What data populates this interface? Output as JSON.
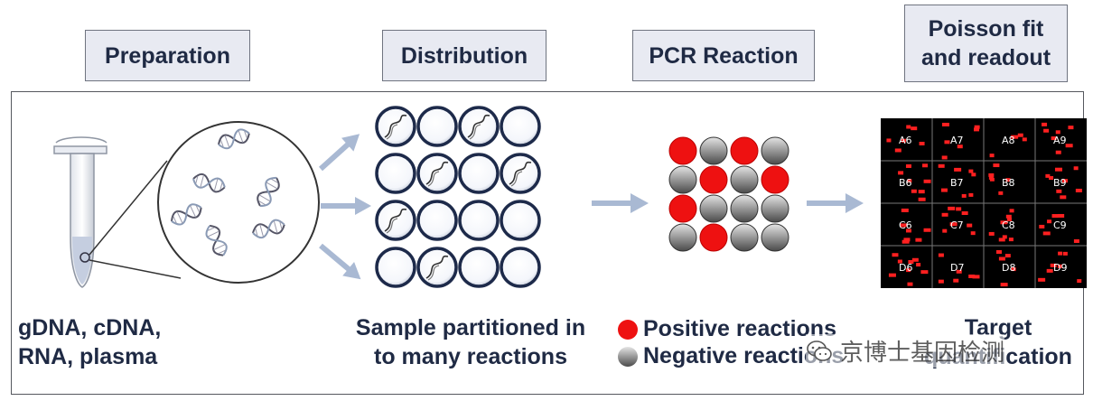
{
  "steps": [
    {
      "id": "preparation",
      "label": "Preparation"
    },
    {
      "id": "distribution",
      "label": "Distribution"
    },
    {
      "id": "pcr",
      "label": "PCR Reaction"
    },
    {
      "id": "poisson",
      "label": "Poisson fit and readout"
    }
  ],
  "captions": {
    "preparation": "gDNA, cDNA, RNA, plasma",
    "distribution": "Sample partitioned in to many reactions",
    "readout": "Target quantification"
  },
  "legend": {
    "positive": "Positive reactions",
    "negative": "Negative reactions"
  },
  "partition_grid": {
    "rows": 4,
    "cols": 4,
    "with_dna": [
      [
        0,
        0
      ],
      [
        0,
        2
      ],
      [
        1,
        1
      ],
      [
        1,
        3
      ],
      [
        2,
        0
      ],
      [
        3,
        1
      ]
    ]
  },
  "pcr_grid": {
    "rows": 4,
    "cols": 4,
    "positive": [
      [
        0,
        0
      ],
      [
        0,
        2
      ],
      [
        1,
        1
      ],
      [
        1,
        3
      ],
      [
        2,
        0
      ],
      [
        3,
        1
      ]
    ]
  },
  "readout_wells": [
    [
      "A6",
      "A7",
      "A8",
      "A9"
    ],
    [
      "B6",
      "B7",
      "B8",
      "B9"
    ],
    [
      "C6",
      "C7",
      "C8",
      "C9"
    ],
    [
      "D6",
      "D7",
      "D8",
      "D9"
    ]
  ],
  "watermark": "京博士基因检测",
  "colors": {
    "positive": "#ee1111",
    "negative_light": "#e4e4e4",
    "negative_dark": "#4a4a4a",
    "arrow": "#a9b9d3",
    "ring": "#1d2a4a",
    "text": "#1f2a44"
  }
}
